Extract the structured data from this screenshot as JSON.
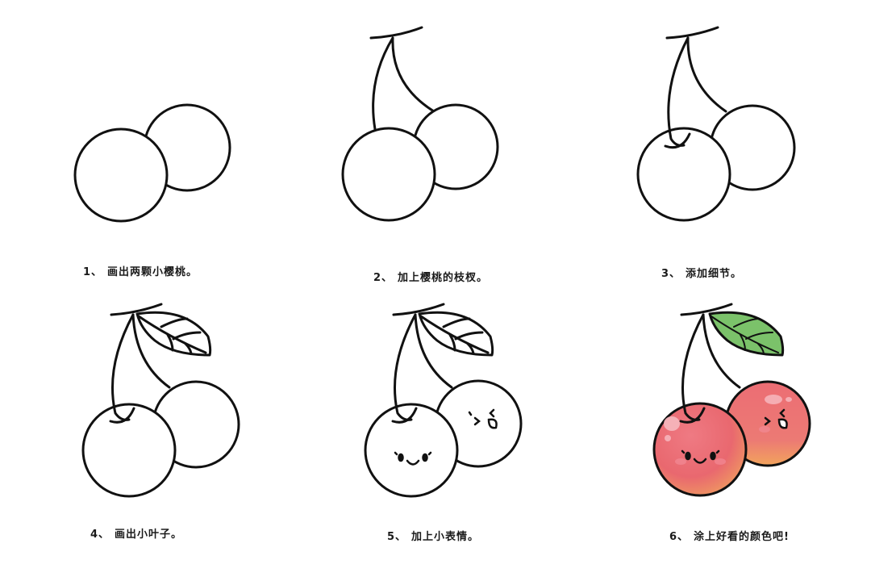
{
  "document": {
    "title": "",
    "colors": {
      "outline": "#111111",
      "cherry_fill_top": "#ec6f78",
      "cherry_fill_bottom": "#f0a460",
      "cherry_highlight": "#f7b7bd",
      "blush": "#f48f99",
      "leaf_fill": "#7bc26a",
      "background": "#ffffff"
    },
    "steps": [
      {
        "number": "1、",
        "text": "画出两颗小樱桃。"
      },
      {
        "number": "2、",
        "text": "加上樱桃的枝杈。"
      },
      {
        "number": "3、",
        "text": "添加细节。"
      },
      {
        "number": "4、",
        "text": "画出小叶子。"
      },
      {
        "number": "5、",
        "text": "加上小表情。"
      },
      {
        "number": "6、",
        "text": "涂上好看的颜色吧!"
      }
    ]
  }
}
